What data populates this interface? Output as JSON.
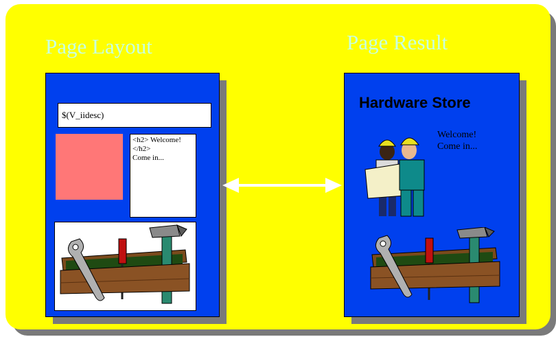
{
  "left_panel": {
    "heading": "Page Layout",
    "field_placeholder": "$(V_iidesc)",
    "text_lines": [
      "<h2> Welcome!",
      "</h2>",
      "Come in..."
    ]
  },
  "right_panel": {
    "heading": "Page Result",
    "title": "Hardware Store",
    "welcome_lines": [
      "Welcome!",
      "Come in..."
    ]
  },
  "colors": {
    "background": "#ffff00",
    "page": "#0040ee",
    "heading": "#c8ffe0",
    "placeholder_block": "#ff7777"
  }
}
